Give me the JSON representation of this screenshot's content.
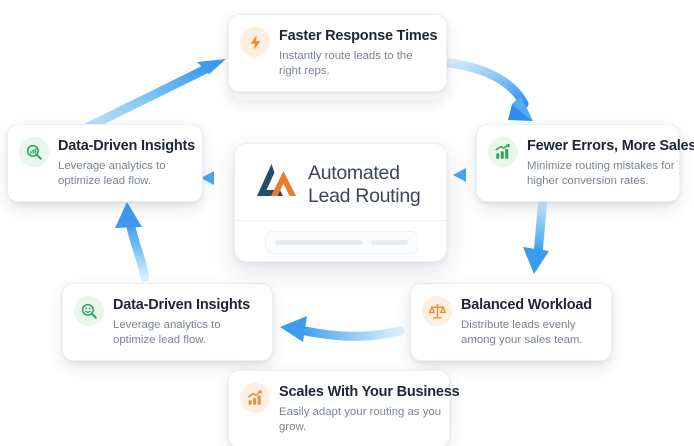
{
  "brand": {
    "name_line1": "Automated",
    "name_line2": "Lead Routing",
    "logo_icon": "logo-lead-routing",
    "logo_color_primary": "#1f4f6d",
    "logo_color_accent": "#f07a28"
  },
  "colors": {
    "arrow": "#4aa8f0",
    "arrow_light": "#bfe0fa",
    "icon_orange": "#f28b30",
    "icon_orange_bg": "#fdefe2",
    "icon_green": "#2fa35d",
    "icon_green_bg": "#e8f6ec",
    "title": "#1f2734",
    "desc": "#7a8494"
  },
  "cards": [
    {
      "id": "faster-response-times",
      "title": "Faster Response Times",
      "desc": "Instantly route leads to the right reps.",
      "icon": "lightning-bolt-icon",
      "icon_tone": "orange"
    },
    {
      "id": "data-driven-insights-left",
      "title": "Data-Driven Insights",
      "desc": "Leverage analytics to optimize lead flow.",
      "icon": "magnifier-chart-icon",
      "icon_tone": "green"
    },
    {
      "id": "fewer-errors-more-sales",
      "title": "Fewer Errors, More Sales",
      "desc": "Minimize routing mistakes for higher conversion rates.",
      "icon": "bar-chart-up-icon",
      "icon_tone": "green"
    },
    {
      "id": "data-driven-insights-bottom",
      "title": "Data-Driven Insights",
      "desc": "Leverage analytics to optimize lead flow.",
      "icon": "magnifier-smiley-icon",
      "icon_tone": "green"
    },
    {
      "id": "balanced-workload",
      "title": "Balanced Workload",
      "desc": "Distribute leads evenly among your sales team.",
      "icon": "scales-balance-icon",
      "icon_tone": "orange"
    },
    {
      "id": "scales-with-your-business",
      "title": "Scales With Your Business",
      "desc": "Easily adapt your routing as you grow.",
      "icon": "bar-chart-growth-icon",
      "icon_tone": "orange"
    }
  ],
  "arrows": [
    {
      "id": "arrow-insights-to-faster",
      "direction": "up-right"
    },
    {
      "id": "arrow-faster-to-fewer",
      "direction": "down-right"
    },
    {
      "id": "arrow-fewer-to-balanced",
      "direction": "down"
    },
    {
      "id": "arrow-balanced-to-insights-bottom",
      "direction": "left"
    },
    {
      "id": "arrow-insights-bottom-to-insights-left",
      "direction": "up"
    },
    {
      "id": "arrow-center-left",
      "direction": "left"
    },
    {
      "id": "arrow-center-right",
      "direction": "left"
    }
  ]
}
